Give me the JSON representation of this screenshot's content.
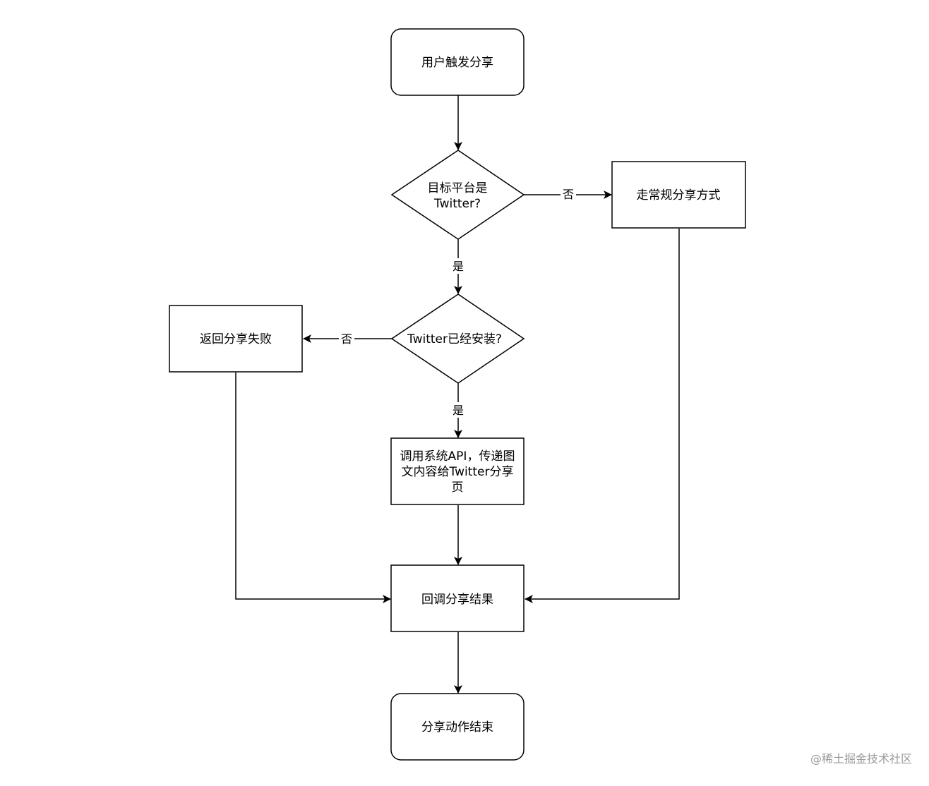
{
  "nodes": {
    "start": {
      "label": "用户触发分享"
    },
    "decision_twitter": {
      "lines": [
        "目标平台是",
        "Twitter?"
      ]
    },
    "normal_share": {
      "label": "走常规分享方式"
    },
    "decision_installed": {
      "label": "Twitter已经安装?"
    },
    "share_fail": {
      "label": "返回分享失败"
    },
    "call_api": {
      "lines": [
        "调用系统API，传递图",
        "文内容给Twitter分享",
        "页"
      ]
    },
    "callback_result": {
      "label": "回调分享结果"
    },
    "end": {
      "label": "分享动作结束"
    }
  },
  "edges": {
    "platform_no": "否",
    "platform_yes": "是",
    "installed_no": "否",
    "installed_yes": "是"
  },
  "watermark": "@稀土掘金技术社区",
  "colors": {
    "stroke": "#000000",
    "fill": "#ffffff",
    "watermark": "#999999"
  }
}
